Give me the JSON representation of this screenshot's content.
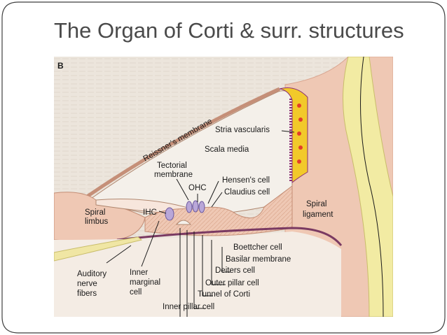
{
  "slide": {
    "title": "The Organ of Corti & surr. structures"
  },
  "figure": {
    "panel_letter": "B",
    "labels": {
      "reissners_membrane": "Reissner's membrane",
      "stria_vascularis": "Stria vascularis",
      "scala_media": "Scala media",
      "tectorial_membrane_1": "Tectorial",
      "tectorial_membrane_2": "membrane",
      "ohc": "OHC",
      "hensens_cell": "Hensen's cell",
      "claudius_cell": "Claudius cell",
      "spiral_limbus_1": "Spiral",
      "spiral_limbus_2": "limbus",
      "ihc": "IHC",
      "spiral_ligament_1": "Spiral",
      "spiral_ligament_2": "ligament",
      "boettcher_cell": "Boettcher cell",
      "basilar_membrane": "Basilar membrane",
      "deiters_cell": "Deiters cell",
      "outer_pillar_cell": "Outer pillar cell",
      "tunnel_of_corti": "Tunnel of Corti",
      "inner_pillar_cell": "Inner pillar cell",
      "auditory_nerve_1": "Auditory",
      "auditory_nerve_2": "nerve",
      "auditory_nerve_3": "fibers",
      "inner_marginal_1": "Inner",
      "inner_marginal_2": "marginal",
      "inner_marginal_3": "cell"
    }
  },
  "colors": {
    "frame": "#3f3f3f",
    "page": "#efe9e2",
    "tissue": "#efc8b4",
    "tissue_dark": "#e3ad95",
    "bone": "#f2eba3",
    "nerve": "#f0e6a4",
    "stria_cell": "#f2c92a",
    "stria_purple": "#8a2f74"
  }
}
